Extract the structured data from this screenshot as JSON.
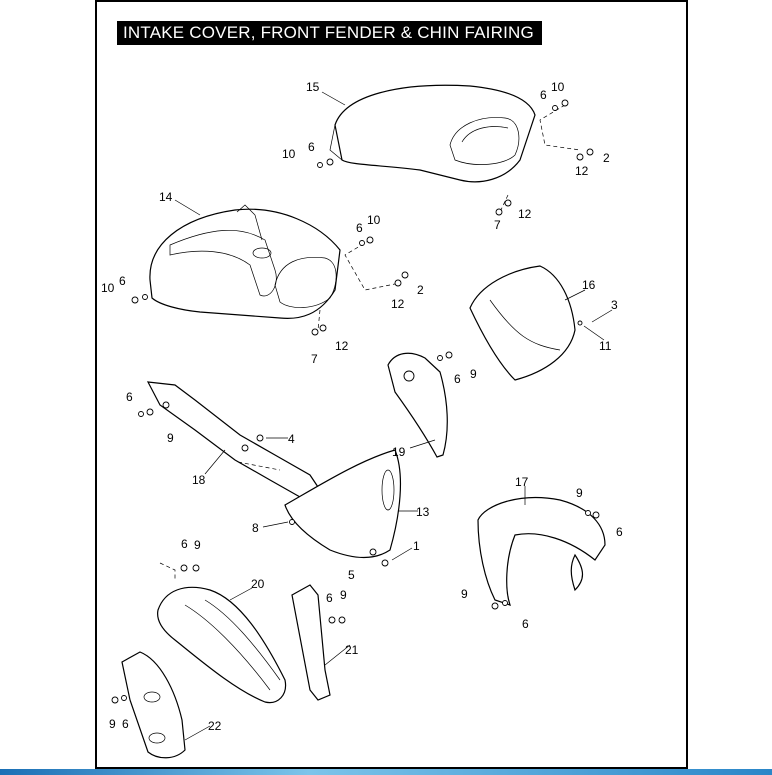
{
  "title": "INTAKE COVER, FRONT FENDER & CHIN FAIRING",
  "callouts": [
    "15",
    "10",
    "6",
    "10",
    "6",
    "2",
    "12",
    "7",
    "12",
    "14",
    "10",
    "6",
    "2",
    "12",
    "10",
    "6",
    "7",
    "12",
    "16",
    "3",
    "11",
    "6",
    "9",
    "19",
    "6",
    "9",
    "4",
    "18",
    "17",
    "9",
    "6",
    "13",
    "8",
    "1",
    "5",
    "6",
    "9",
    "20",
    "6",
    "9",
    "21",
    "9",
    "6",
    "9",
    "6",
    "22"
  ]
}
